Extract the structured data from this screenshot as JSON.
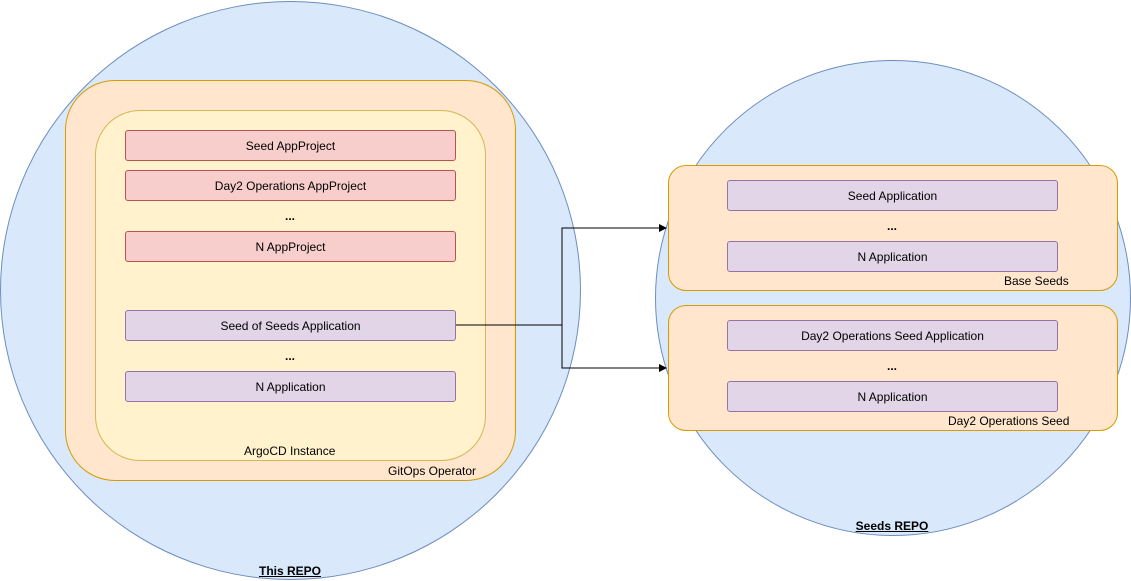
{
  "this_repo": {
    "label": "This REPO",
    "gitops_operator": {
      "label": "GitOps Operator",
      "argocd_instance": {
        "label": "ArgoCD Instance",
        "app_projects": [
          "Seed AppProject",
          "Day2 Operations AppProject",
          "N AppProject"
        ],
        "projects_ellipsis": "...",
        "applications": [
          "Seed of Seeds Application",
          "N Application"
        ],
        "applications_ellipsis": "..."
      }
    }
  },
  "seeds_repo": {
    "label": "Seeds REPO",
    "base_seeds": {
      "label": "Base Seeds",
      "applications": [
        "Seed Application",
        "N Application"
      ],
      "ellipsis": "..."
    },
    "day2_seed": {
      "label": "Day2 Operations Seed",
      "applications": [
        "Day2 Operations Seed Application",
        "N Application"
      ],
      "ellipsis": "..."
    }
  },
  "colors": {
    "circle_fill": "#dae8fc",
    "operator_fill": "#ffe6cc",
    "argocd_fill": "#fff2cc",
    "appproject_fill": "#f8cecc",
    "application_fill": "#e1d5e7"
  }
}
